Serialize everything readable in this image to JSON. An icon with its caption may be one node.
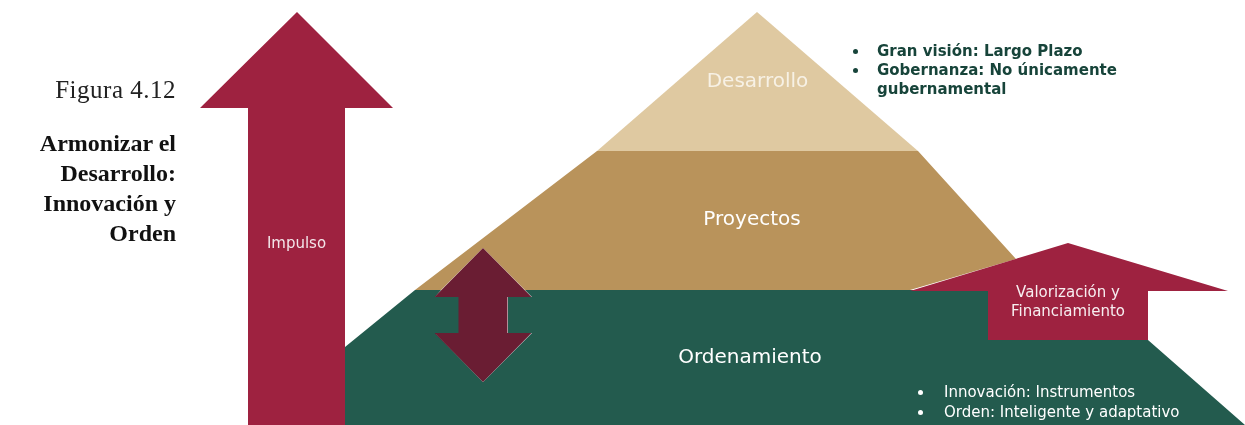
{
  "diagram": {
    "title": "Armonizar el Desarrollo: Innovación y Orden",
    "nodes": [
      {
        "text": [
          "Desarrollo"
        ],
        "beside": [
          "Gran visión: Largo Plazo",
          "Gobernanza: No únicamente gubernamental"
        ]
      },
      {
        "text": [
          "Proyectos"
        ]
      },
      {
        "text": [
          "Ordenamiento",
          "Innovación: Instrumentos",
          "Orden: Inteligente y adaptativo"
        ]
      },
      {
        "text": [
          "Impulso"
        ]
      },
      {
        "text": [
          "Valorización y Financiamiento"
        ]
      }
    ],
    "edges": [
      {
        "from": 1,
        "to": 2,
        "arrow": "both"
      }
    ],
    "labels": [
      "Figura 4.12"
    ]
  }
}
